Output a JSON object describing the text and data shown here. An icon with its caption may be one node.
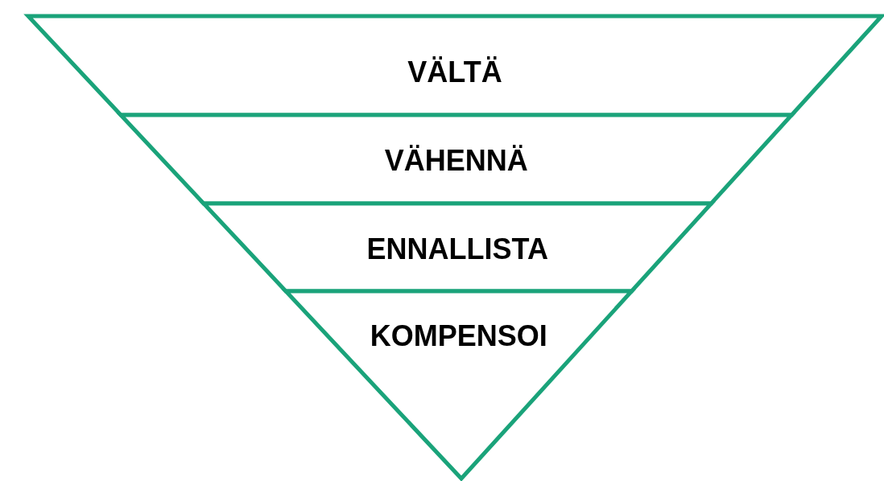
{
  "diagram": {
    "nodes": [
      {
        "text": [
          "VÄLTÄ"
        ]
      },
      {
        "text": [
          "VÄHENNÄ"
        ]
      },
      {
        "text": [
          "ENNALLISTA"
        ]
      },
      {
        "text": [
          "KOMPENSOI"
        ]
      }
    ]
  }
}
